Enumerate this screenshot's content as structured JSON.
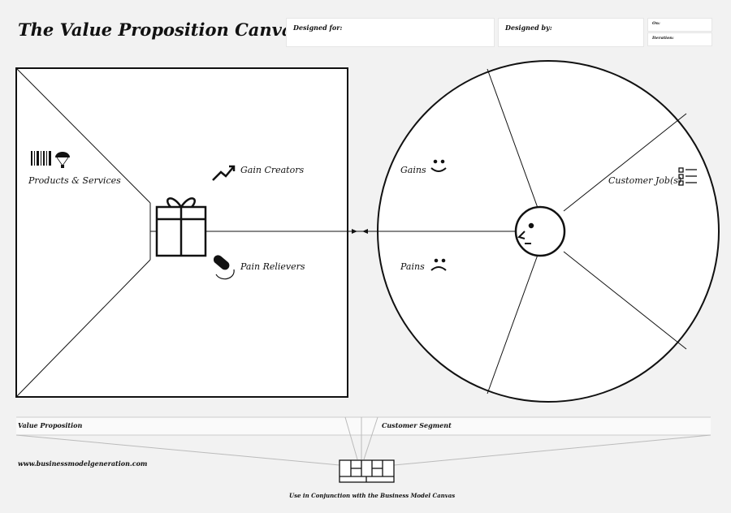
{
  "header": {
    "title": "The Value Proposition Canvas",
    "designed_for_label": "Designed for:",
    "designed_by_label": "Designed by:",
    "on_label": "On:",
    "iteration_label": "Iteration:"
  },
  "value_map": {
    "products_services": "Products & Services",
    "gain_creators": "Gain Creators",
    "pain_relievers": "Pain Relievers"
  },
  "customer_profile": {
    "gains": "Gains",
    "pains": "Pains",
    "customer_jobs": "Customer Job(s)"
  },
  "footer": {
    "value_proposition": "Value Proposition",
    "customer_segment": "Customer Segment",
    "website": "www.businessmodelgeneration.com",
    "use_note": "Use in Conjunction with the Business Model Canvas"
  },
  "colors": {
    "line": "#111111",
    "paper": "#ffffff",
    "background": "#f2f2f2"
  }
}
